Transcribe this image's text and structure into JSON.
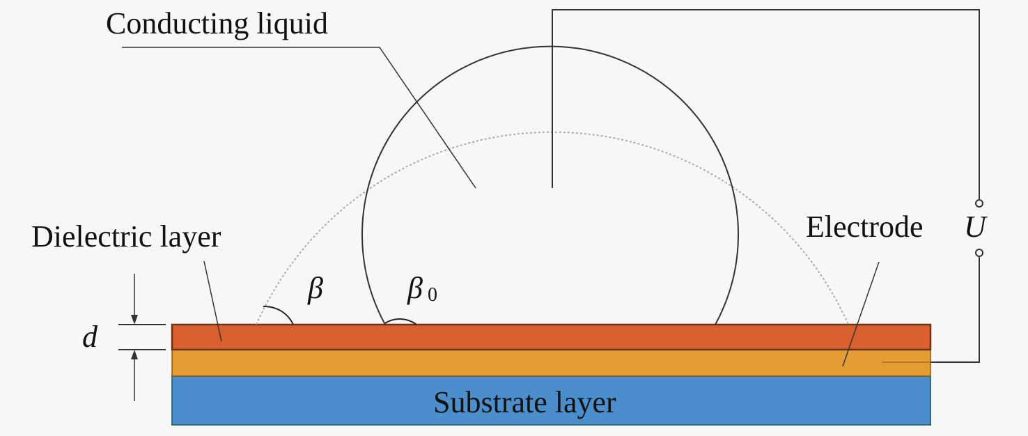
{
  "labels": {
    "conducting_liquid": "Conducting liquid",
    "dielectric_layer": "Dielectric layer",
    "electrode": "Electrode",
    "substrate_layer": "Substrate layer",
    "voltage": "U",
    "angle_beta": "β",
    "angle_beta0": "β",
    "angle_beta0_sub": "0",
    "thickness": "d"
  },
  "colors": {
    "dielectric": "#d95f30",
    "electrode": "#e49c35",
    "substrate": "#4a8ecb",
    "background": "#f7f7f7"
  }
}
